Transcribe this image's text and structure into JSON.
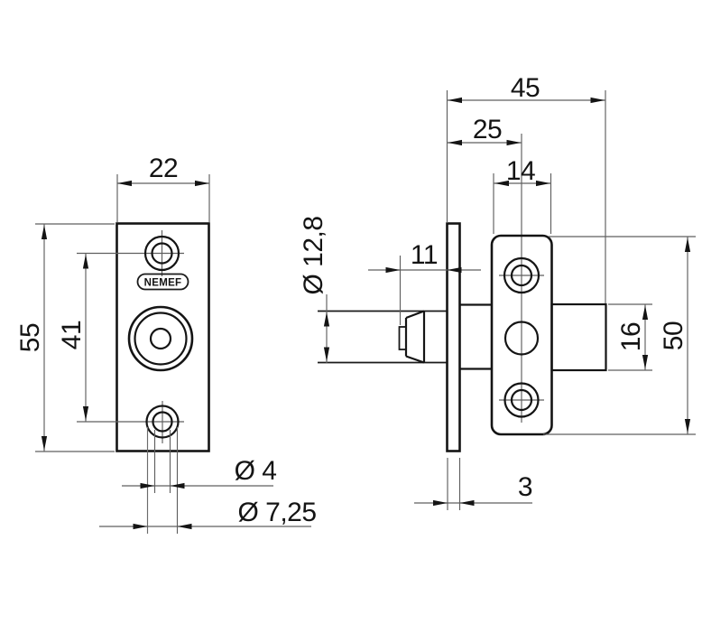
{
  "drawing": {
    "brand": "NEMEF",
    "front_view": {
      "width": "22",
      "height": "55",
      "hole_spacing": "41",
      "screw_hole_dia": "Ø 4",
      "countersink_dia": "Ø 7,25"
    },
    "side_view": {
      "total_depth": "45",
      "backset": "25",
      "case_width": "14",
      "bolt_throw": "11",
      "bolt_dia": "Ø 12,8",
      "housing_height": "16",
      "case_height": "50",
      "faceplate_thickness": "3"
    }
  }
}
